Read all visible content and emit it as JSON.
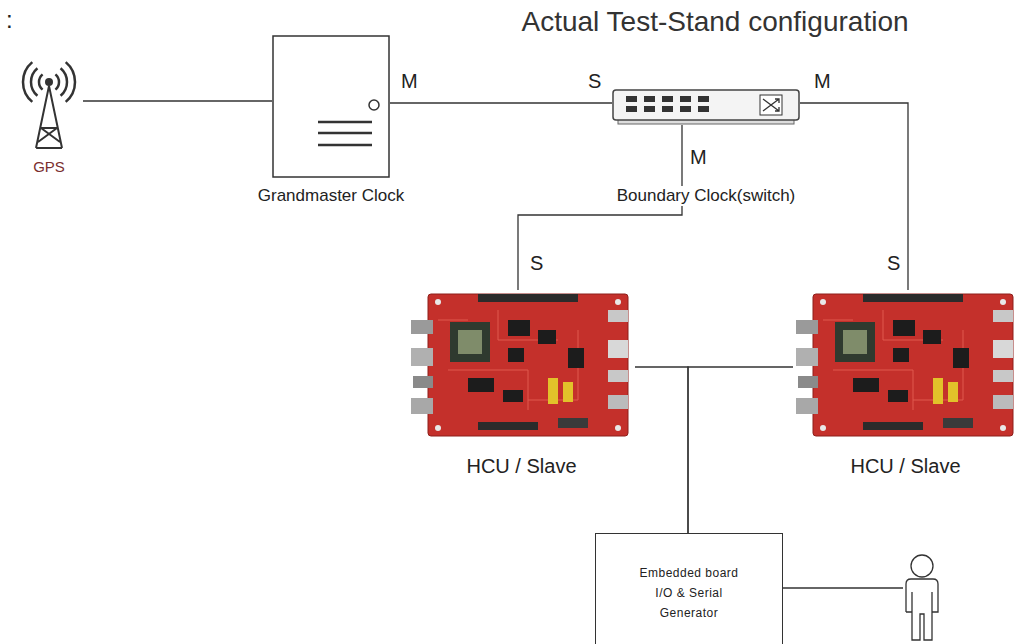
{
  "diagram": {
    "title": "Actual Test-Stand configuration",
    "nodes": [
      {
        "text": [
          "GPS"
        ]
      },
      {
        "text": [
          "Grandmaster Clock"
        ]
      },
      {
        "text": [
          "Boundary Clock(switch)"
        ]
      },
      {
        "text": [
          "HCU / Slave"
        ]
      },
      {
        "text": [
          "HCU / Slave"
        ]
      },
      {
        "text": [
          "Embedded board I/O & Serial Generator"
        ]
      }
    ],
    "edges": [
      {
        "from": 0,
        "to": 1,
        "arrow": "none"
      },
      {
        "from": 1,
        "to": 2,
        "arrow": "none"
      },
      {
        "from": 2,
        "to": 3,
        "arrow": "none"
      },
      {
        "from": 2,
        "to": 4,
        "arrow": "none"
      },
      {
        "from": 3,
        "to": 5,
        "arrow": "none"
      },
      {
        "from": 4,
        "to": 5,
        "arrow": "none"
      }
    ],
    "labels": [
      ":",
      "M",
      "S",
      "M",
      "M",
      "S",
      "S"
    ]
  }
}
